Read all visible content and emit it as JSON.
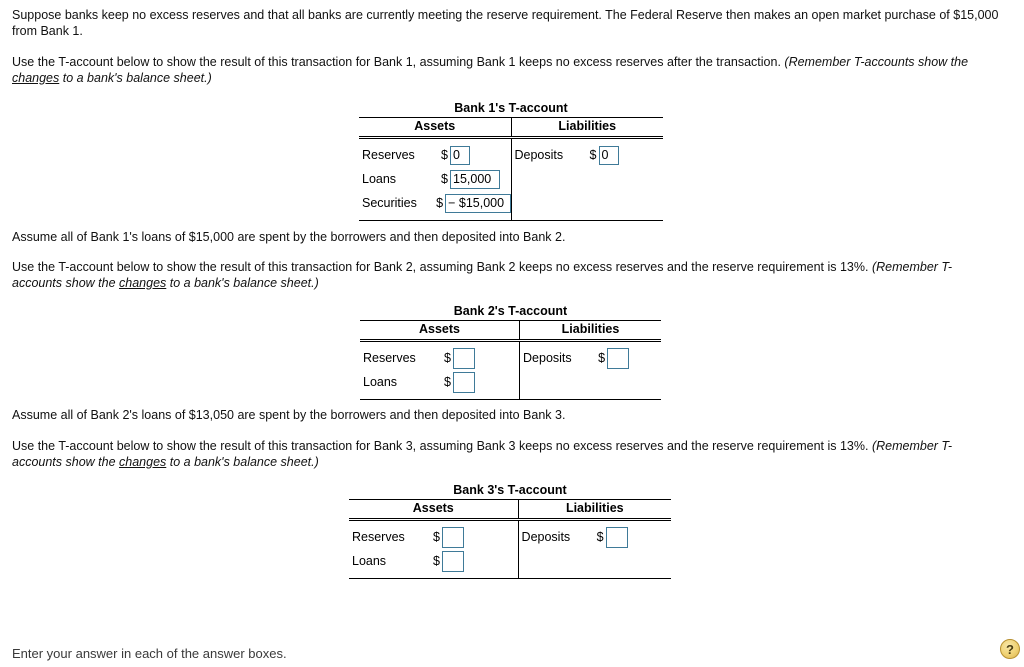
{
  "paragraphs": {
    "intro": "Suppose banks keep no excess reserves and that all banks are currently meeting the reserve requirement. The Federal Reserve then makes an open market purchase of $15,000 from Bank 1.",
    "instruction1_main": "Use the T-account below to show the result of this transaction for Bank 1, assuming Bank 1 keeps no excess reserves after the transaction.",
    "instruction1_note_a": "(Remember T-accounts show the ",
    "instruction1_note_link": "changes",
    "instruction1_note_b": " to a bank's balance sheet.)",
    "assume2": "Assume all of Bank 1's loans of $15,000 are spent by the borrowers and then deposited into Bank 2.",
    "instruction2_main": "Use the T-account below to show the result of this transaction for Bank 2, assuming Bank 2 keeps no excess reserves and the reserve requirement is 13%.",
    "instruction2_note_a": "(Remember T-accounts show the ",
    "instruction2_note_link": "changes",
    "instruction2_note_b": " to a bank's balance sheet.)",
    "assume3": "Assume all of Bank 2's loans of $13,050 are spent by the borrowers and then deposited into Bank 3.",
    "instruction3_main": "Use the T-account below to show the result of this transaction for Bank 3, assuming Bank 3 keeps no excess reserves and the reserve requirement is 13%.",
    "instruction3_note_a": "(Remember T-accounts show the ",
    "instruction3_note_link": "changes",
    "instruction3_note_b": " to a bank's balance sheet.)"
  },
  "columns": {
    "assets": "Assets",
    "liabilities": "Liabilities"
  },
  "currency_symbol": "$",
  "accent_color": "#3f7a98",
  "tables": [
    {
      "title": "Bank 1's T-account",
      "assets": [
        {
          "label": "Reserves",
          "value": "0",
          "filled": true
        },
        {
          "label": "Loans",
          "value": "15,000",
          "filled": true
        },
        {
          "label": "Securities",
          "value": "− $15,000",
          "filled": true
        }
      ],
      "liabilities": [
        {
          "label": "Deposits",
          "value": "0",
          "filled": true
        }
      ]
    },
    {
      "title": "Bank 2's T-account",
      "assets": [
        {
          "label": "Reserves",
          "value": "",
          "filled": false
        },
        {
          "label": "Loans",
          "value": "",
          "filled": false
        }
      ],
      "liabilities": [
        {
          "label": "Deposits",
          "value": "",
          "filled": false
        }
      ]
    },
    {
      "title": "Bank 3's T-account",
      "assets": [
        {
          "label": "Reserves",
          "value": "",
          "filled": false
        },
        {
          "label": "Loans",
          "value": "",
          "filled": false
        }
      ],
      "liabilities": [
        {
          "label": "Deposits",
          "value": "",
          "filled": false
        }
      ]
    }
  ],
  "footer": {
    "note": "Enter your answer in each of the answer boxes.",
    "help_label": "?"
  }
}
